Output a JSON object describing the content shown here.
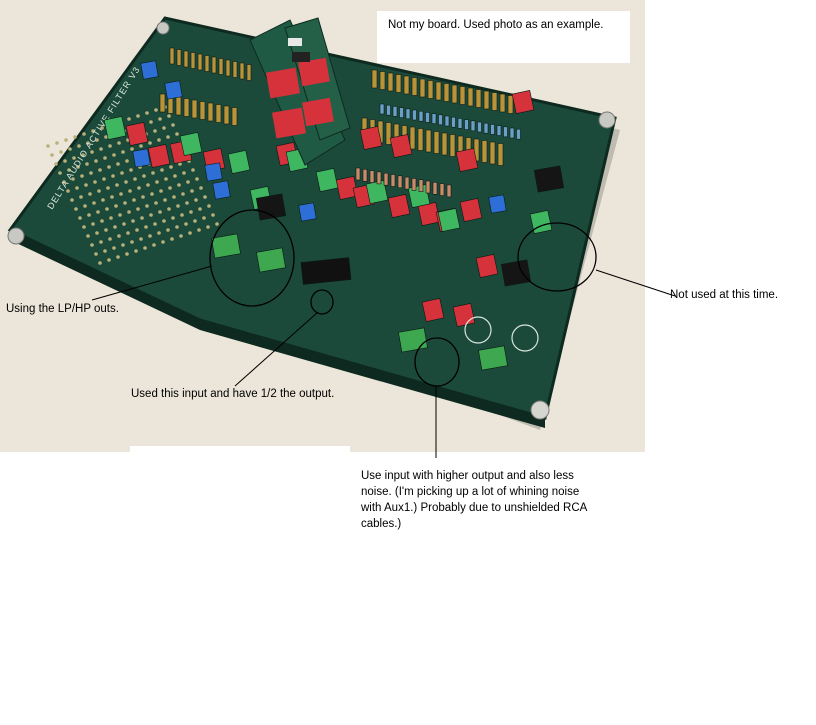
{
  "image_title": "",
  "board": {
    "silkscreen_title": "DELTA AUDIO ACTIVE FILTER V3",
    "colors": {
      "pcb": "#1c4a3a",
      "pcb_dark": "#143628",
      "pcb_edge": "#0e2a20",
      "silk": "#d8e6dc",
      "cap_red": "#d5323c",
      "cap_green": "#3fb760",
      "trimmer_blue": "#2d6fd6",
      "terminal_green": "#3ea850"
    }
  },
  "annotations": {
    "top_note": "Not my board.  Used photo as an example.",
    "lp_hp": "Using the LP/HP outs.",
    "not_used": "Not used at this time.",
    "half_output": "Used this input and have 1/2 the output.",
    "higher_output_lines": [
      "Use input with higher output and also less",
      "noise.  (I'm picking up a lot of whining noise",
      "with Aux1.)  Probably due to unshielded RCA",
      "cables.)"
    ]
  }
}
